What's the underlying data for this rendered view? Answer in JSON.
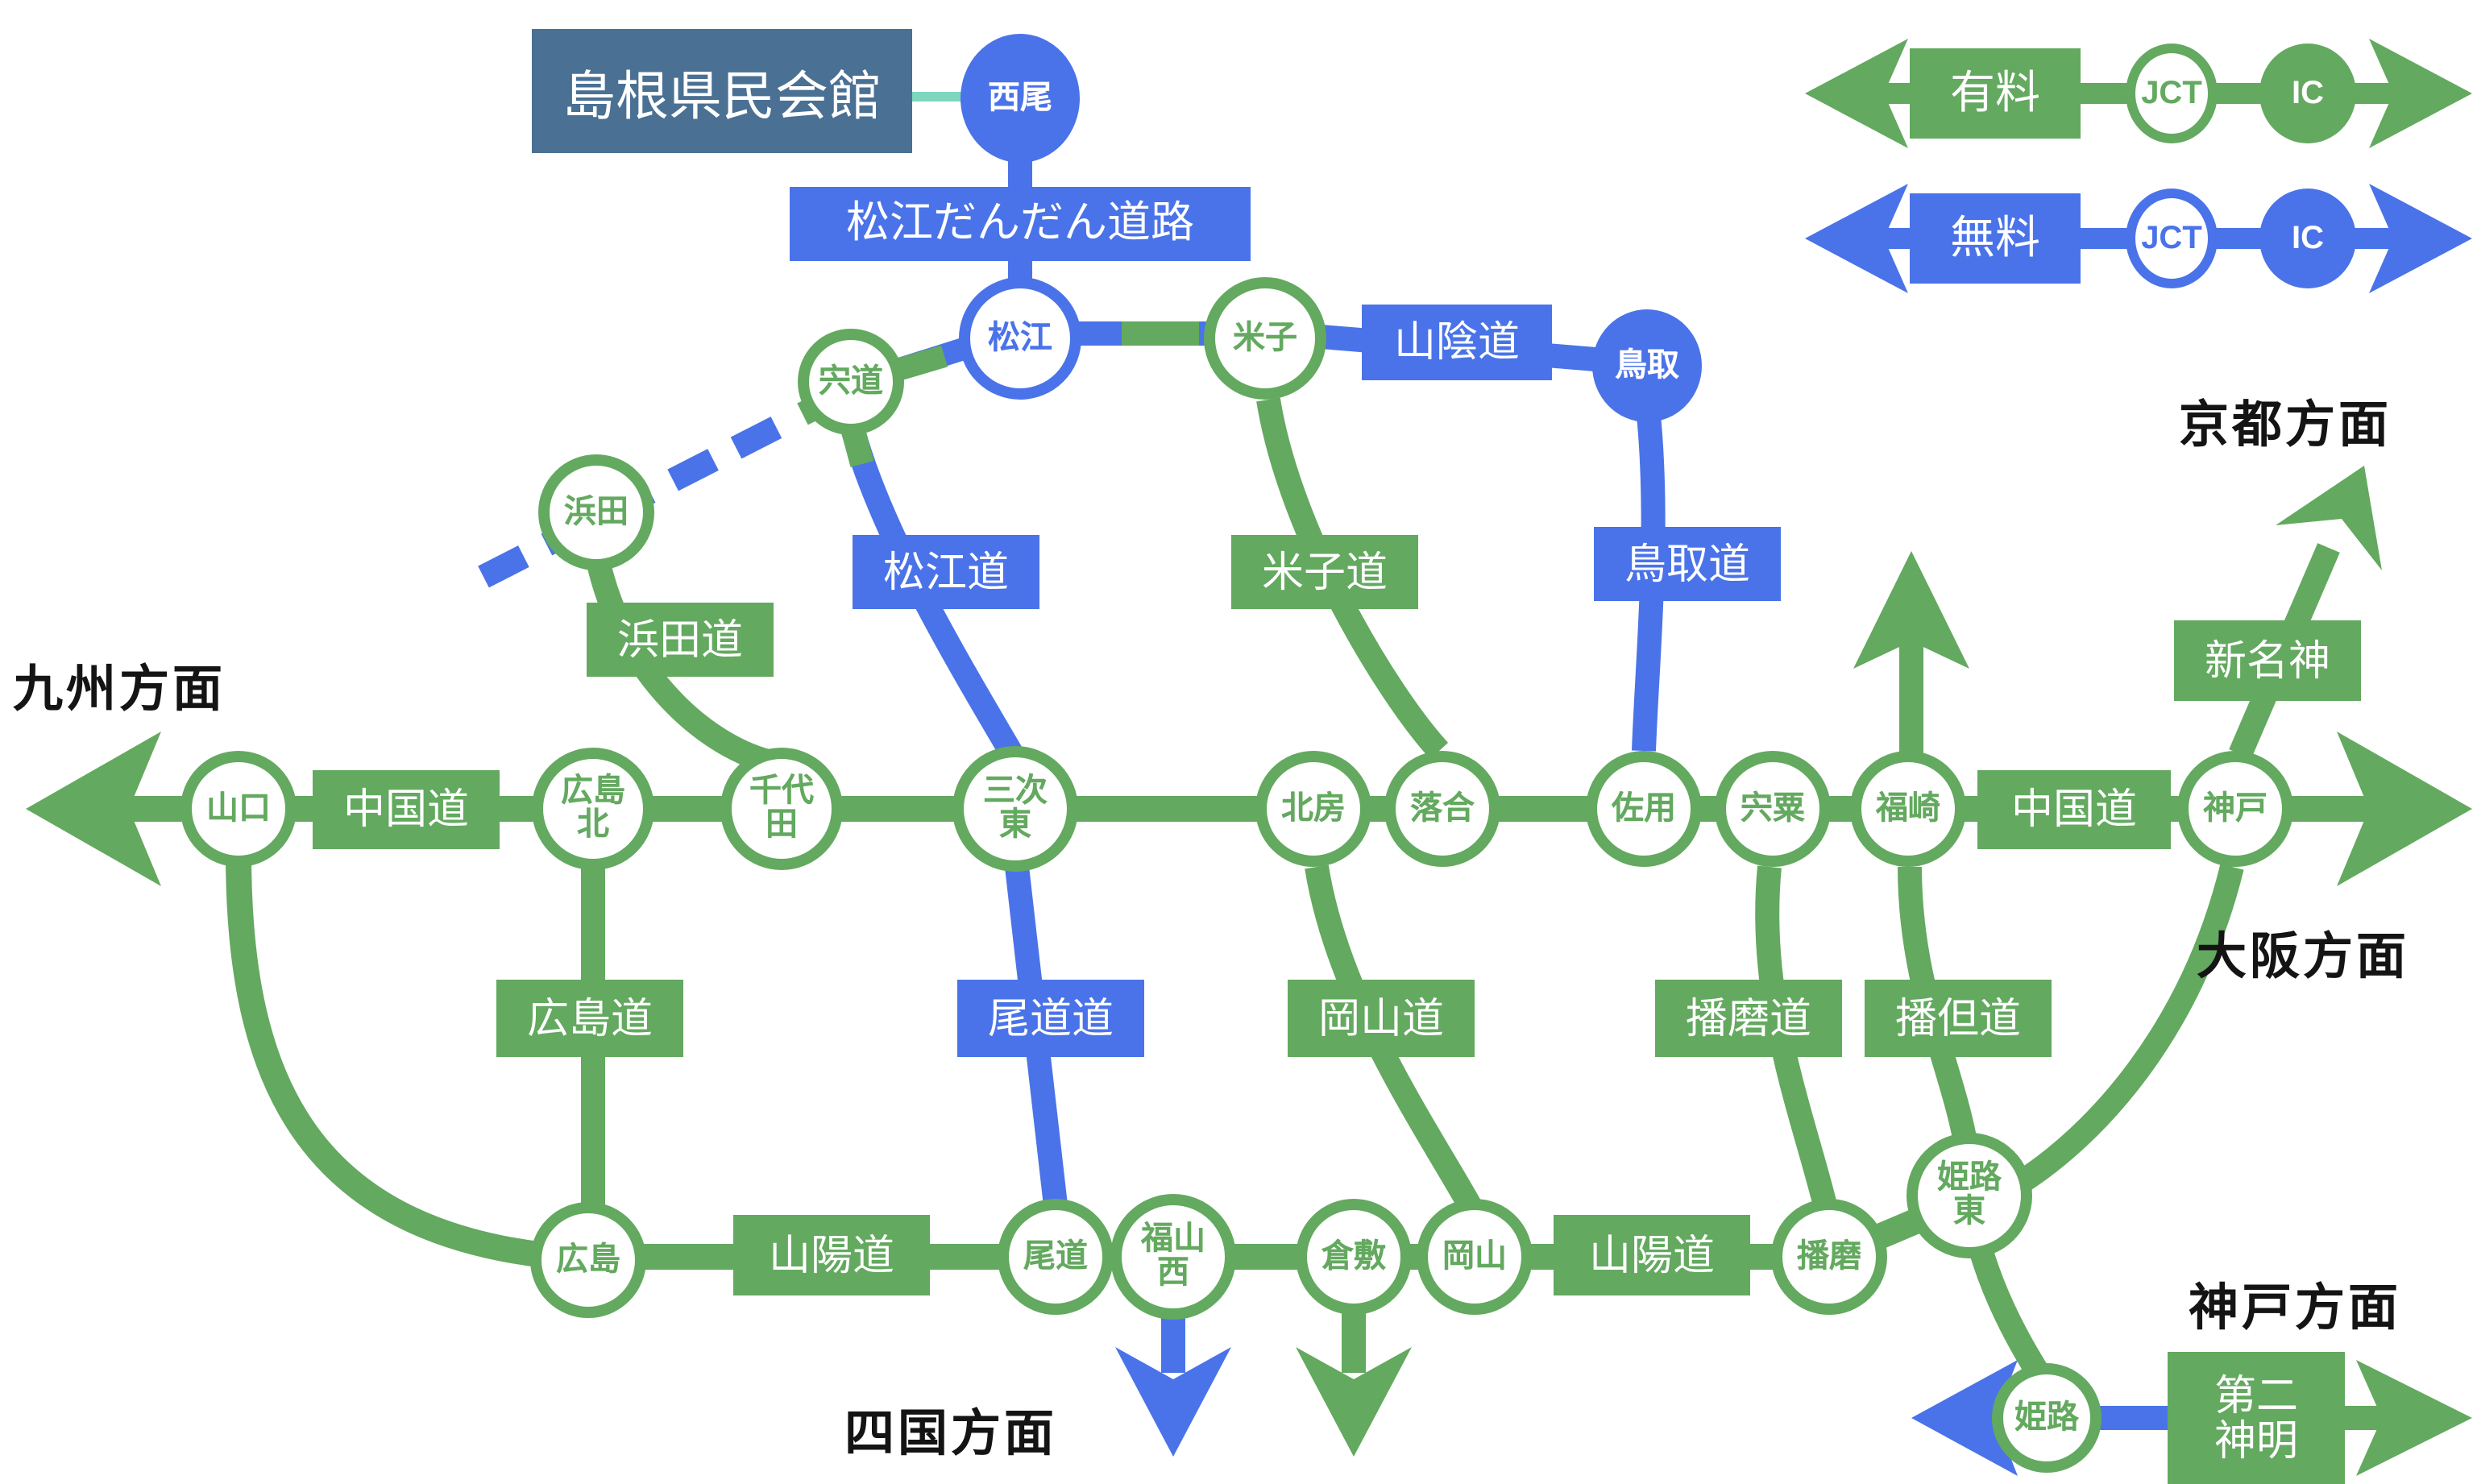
{
  "title": "島根県民会館",
  "legend": {
    "toll_label": "有料",
    "free_label": "無料",
    "jct_label": "JCT",
    "ic_label": "IC"
  },
  "directions": {
    "kyushu": "九州方面",
    "kyoto": "京都方面",
    "osaka": "大阪方面",
    "shikoku": "四国方面",
    "kobe": "神戸方面"
  },
  "interchanges": {
    "nishio": "西尾",
    "shinji": "宍道",
    "matsue": "松江",
    "yonago": "米子",
    "tottori": "鳥取",
    "hamada": "浜田",
    "yamaguchi": "山口",
    "hiroshimakita": "広島北",
    "chiyoda": "千代田",
    "miyoshihigashi": "三次東",
    "hokubo": "北房",
    "ochiai": "落合",
    "sayo": "佐用",
    "shiso": "宍粟",
    "fukusaki": "福崎",
    "kobe_jct": "神戸",
    "hiroshima": "広島",
    "onomichi": "尾道",
    "fukuyamanishi": "福山西",
    "kurashiki": "倉敷",
    "okayama": "岡山",
    "harima": "播磨",
    "himejihigashi": "姫路東",
    "himeji": "姫路"
  },
  "roads": {
    "matsue_dandan": "松江だんだん道路",
    "sanin": "山陰道",
    "hamada_exp": "浜田道",
    "matsue_exp": "松江道",
    "yonago_exp": "米子道",
    "tottori_exp": "鳥取道",
    "chugoku_west": "中国道",
    "chugoku_east": "中国道",
    "shinmeishin": "新名神",
    "hiroshima_exp": "広島道",
    "onomichi_exp": "尾道道",
    "okayama_exp": "岡山道",
    "harima_exp": "播磨道",
    "bantan_exp": "播但道",
    "sanyo_west": "山陽道",
    "sanyo_east": "山陽道",
    "dainishinmei": "第二神明"
  },
  "colors": {
    "toll_green": "#63a95f",
    "free_blue": "#4a73e9",
    "title_bg": "#4a7094",
    "connector_teal": "#7ed6be"
  }
}
